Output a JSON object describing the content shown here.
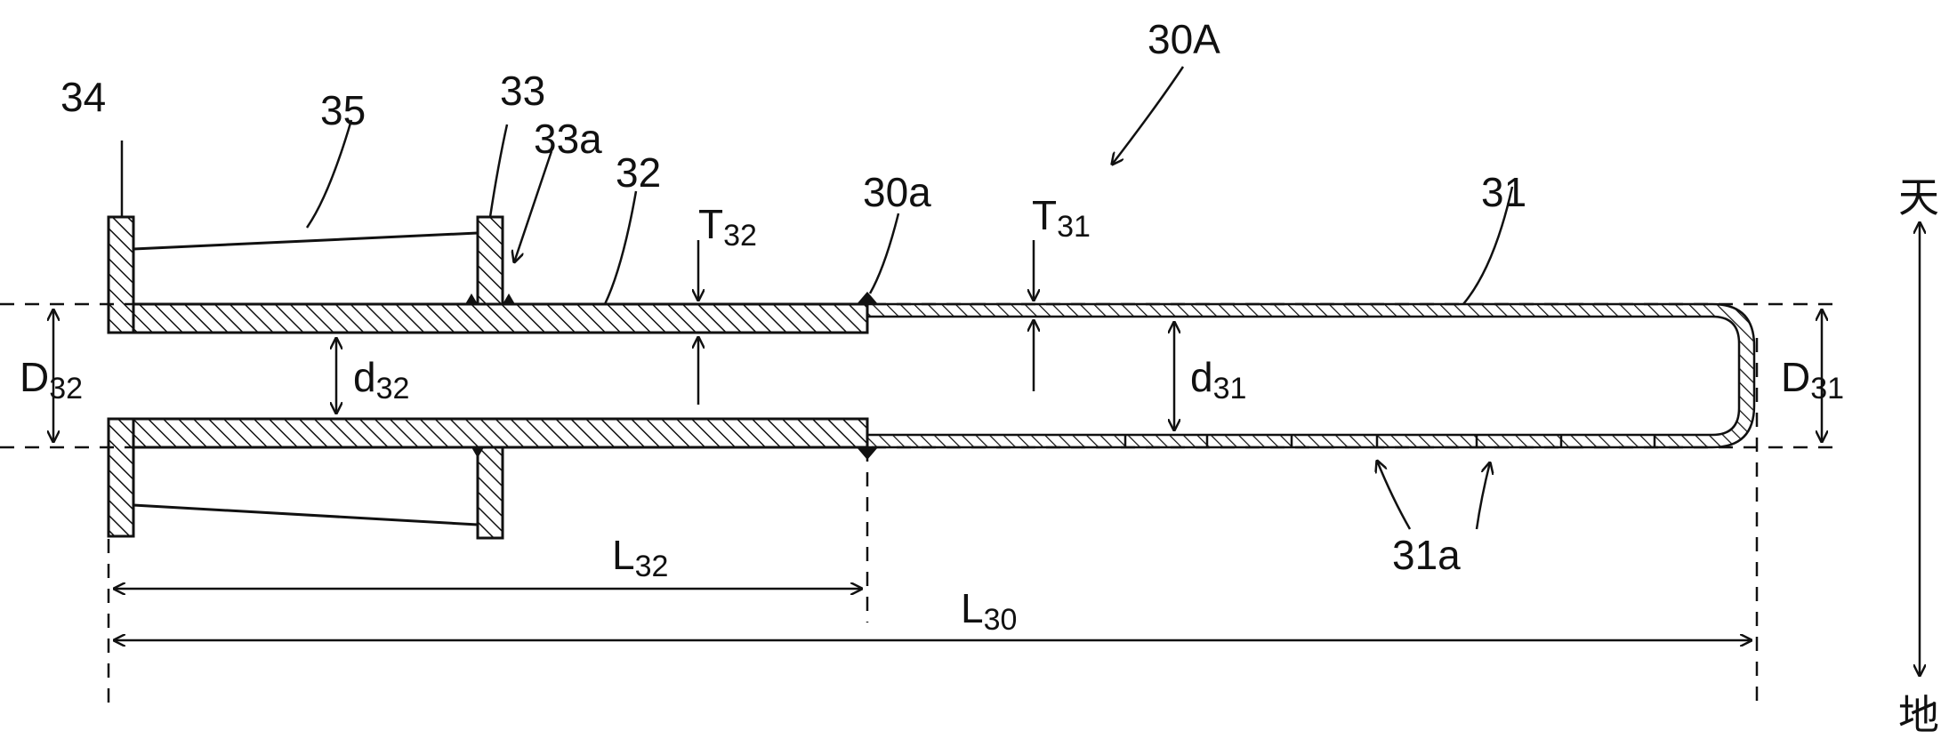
{
  "labels": {
    "assembly": "30A",
    "flange_end": "34",
    "taper": "35",
    "flange": "33",
    "flange_weld": "33a",
    "thick_pipe": "32",
    "joint": "30a",
    "thin_pipe": "31",
    "holes": "31a",
    "top": "天",
    "bottom": "地"
  },
  "dims": {
    "t32": {
      "main": "T",
      "sub": "32"
    },
    "t31": {
      "main": "T",
      "sub": "31"
    },
    "d32_outer": {
      "main": "D",
      "sub": "32"
    },
    "d32_inner": {
      "main": "d",
      "sub": "32"
    },
    "d31_inner": {
      "main": "d",
      "sub": "31"
    },
    "d31_outer": {
      "main": "D",
      "sub": "31"
    },
    "l32": {
      "main": "L",
      "sub": "32"
    },
    "l30": {
      "main": "L",
      "sub": "30"
    }
  }
}
